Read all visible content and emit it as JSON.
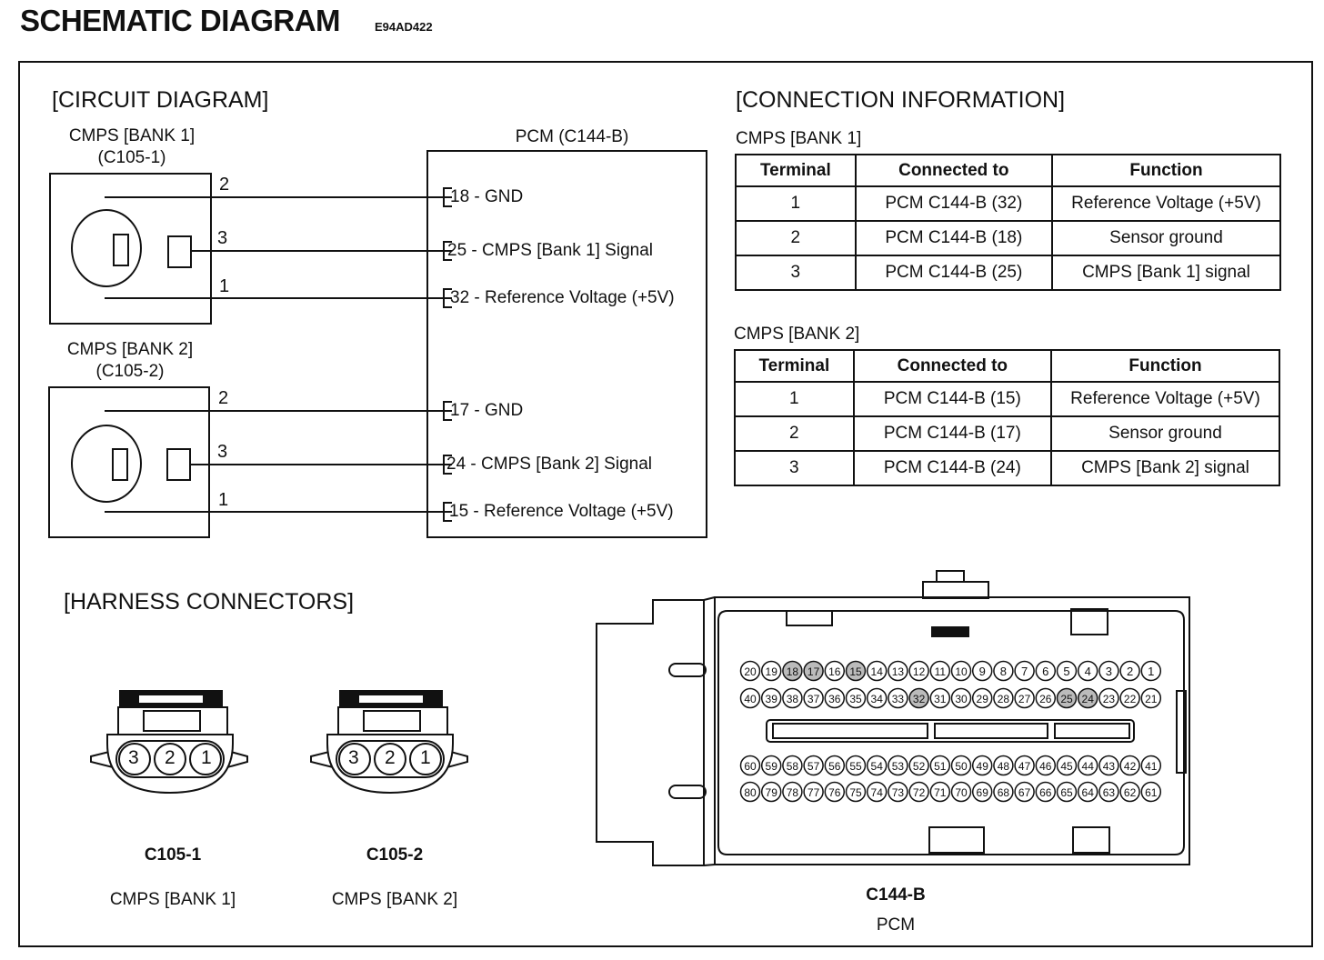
{
  "header": {
    "title": "SCHEMATIC DIAGRAM",
    "code": "E94AD422"
  },
  "circuit": {
    "heading": "[CIRCUIT DIAGRAM]",
    "sensor1": {
      "name": "CMPS [BANK 1]",
      "connector": "(C105-1)",
      "pins": [
        "2",
        "3",
        "1"
      ]
    },
    "sensor2": {
      "name": "CMPS [BANK 2]",
      "connector": "(C105-2)",
      "pins": [
        "2",
        "3",
        "1"
      ]
    },
    "pcm": {
      "title": "PCM (C144-B)",
      "terminals": [
        {
          "num": "18",
          "label": " - GND"
        },
        {
          "num": "25",
          "label": " -  CMPS [Bank 1] Signal"
        },
        {
          "num": "32",
          "label": " - Reference Voltage (+5V)"
        },
        {
          "num": "17",
          "label": " - GND"
        },
        {
          "num": "24",
          "label": " -  CMPS [Bank 2] Signal"
        },
        {
          "num": "15",
          "label": " - Reference Voltage (+5V)"
        }
      ]
    }
  },
  "connection_info": {
    "heading": "[CONNECTION INFORMATION]",
    "columns": [
      "Terminal",
      "Connected to",
      "Function"
    ],
    "tables": [
      {
        "caption": "CMPS [BANK 1]",
        "rows": [
          [
            "1",
            "PCM C144-B (32)",
            "Reference Voltage (+5V)"
          ],
          [
            "2",
            "PCM C144-B (18)",
            "Sensor ground"
          ],
          [
            "3",
            "PCM C144-B (25)",
            "CMPS [Bank 1] signal"
          ]
        ]
      },
      {
        "caption": "CMPS [BANK 2]",
        "rows": [
          [
            "1",
            "PCM C144-B (15)",
            "Reference Voltage (+5V)"
          ],
          [
            "2",
            "PCM C144-B (17)",
            "Sensor ground"
          ],
          [
            "3",
            "PCM C144-B (24)",
            "CMPS [Bank 2] signal"
          ]
        ]
      }
    ]
  },
  "harness": {
    "heading": "[HARNESS CONNECTORS]",
    "connectors": [
      {
        "id": "C105-1",
        "desc": "CMPS [BANK 1]",
        "pins": [
          "3",
          "2",
          "1"
        ]
      },
      {
        "id": "C105-2",
        "desc": "CMPS [BANK 2]",
        "pins": [
          "3",
          "2",
          "1"
        ]
      },
      {
        "id": "C144-B",
        "desc": "PCM"
      }
    ],
    "pcm_pin_rows": [
      [
        "20",
        "19",
        "18",
        "17",
        "16",
        "15",
        "14",
        "13",
        "12",
        "11",
        "10",
        "9",
        "8",
        "7",
        "6",
        "5",
        "4",
        "3",
        "2",
        "1"
      ],
      [
        "40",
        "39",
        "38",
        "37",
        "36",
        "35",
        "34",
        "33",
        "32",
        "31",
        "30",
        "29",
        "28",
        "27",
        "26",
        "25",
        "24",
        "23",
        "22",
        "21"
      ],
      [
        "60",
        "59",
        "58",
        "57",
        "56",
        "55",
        "54",
        "53",
        "52",
        "51",
        "50",
        "49",
        "48",
        "47",
        "46",
        "45",
        "44",
        "43",
        "42",
        "41"
      ],
      [
        "80",
        "79",
        "78",
        "77",
        "76",
        "75",
        "74",
        "73",
        "72",
        "71",
        "70",
        "69",
        "68",
        "67",
        "66",
        "65",
        "64",
        "63",
        "62",
        "61"
      ]
    ],
    "pcm_used_pins": [
      "15",
      "17",
      "18",
      "24",
      "25",
      "32"
    ]
  }
}
